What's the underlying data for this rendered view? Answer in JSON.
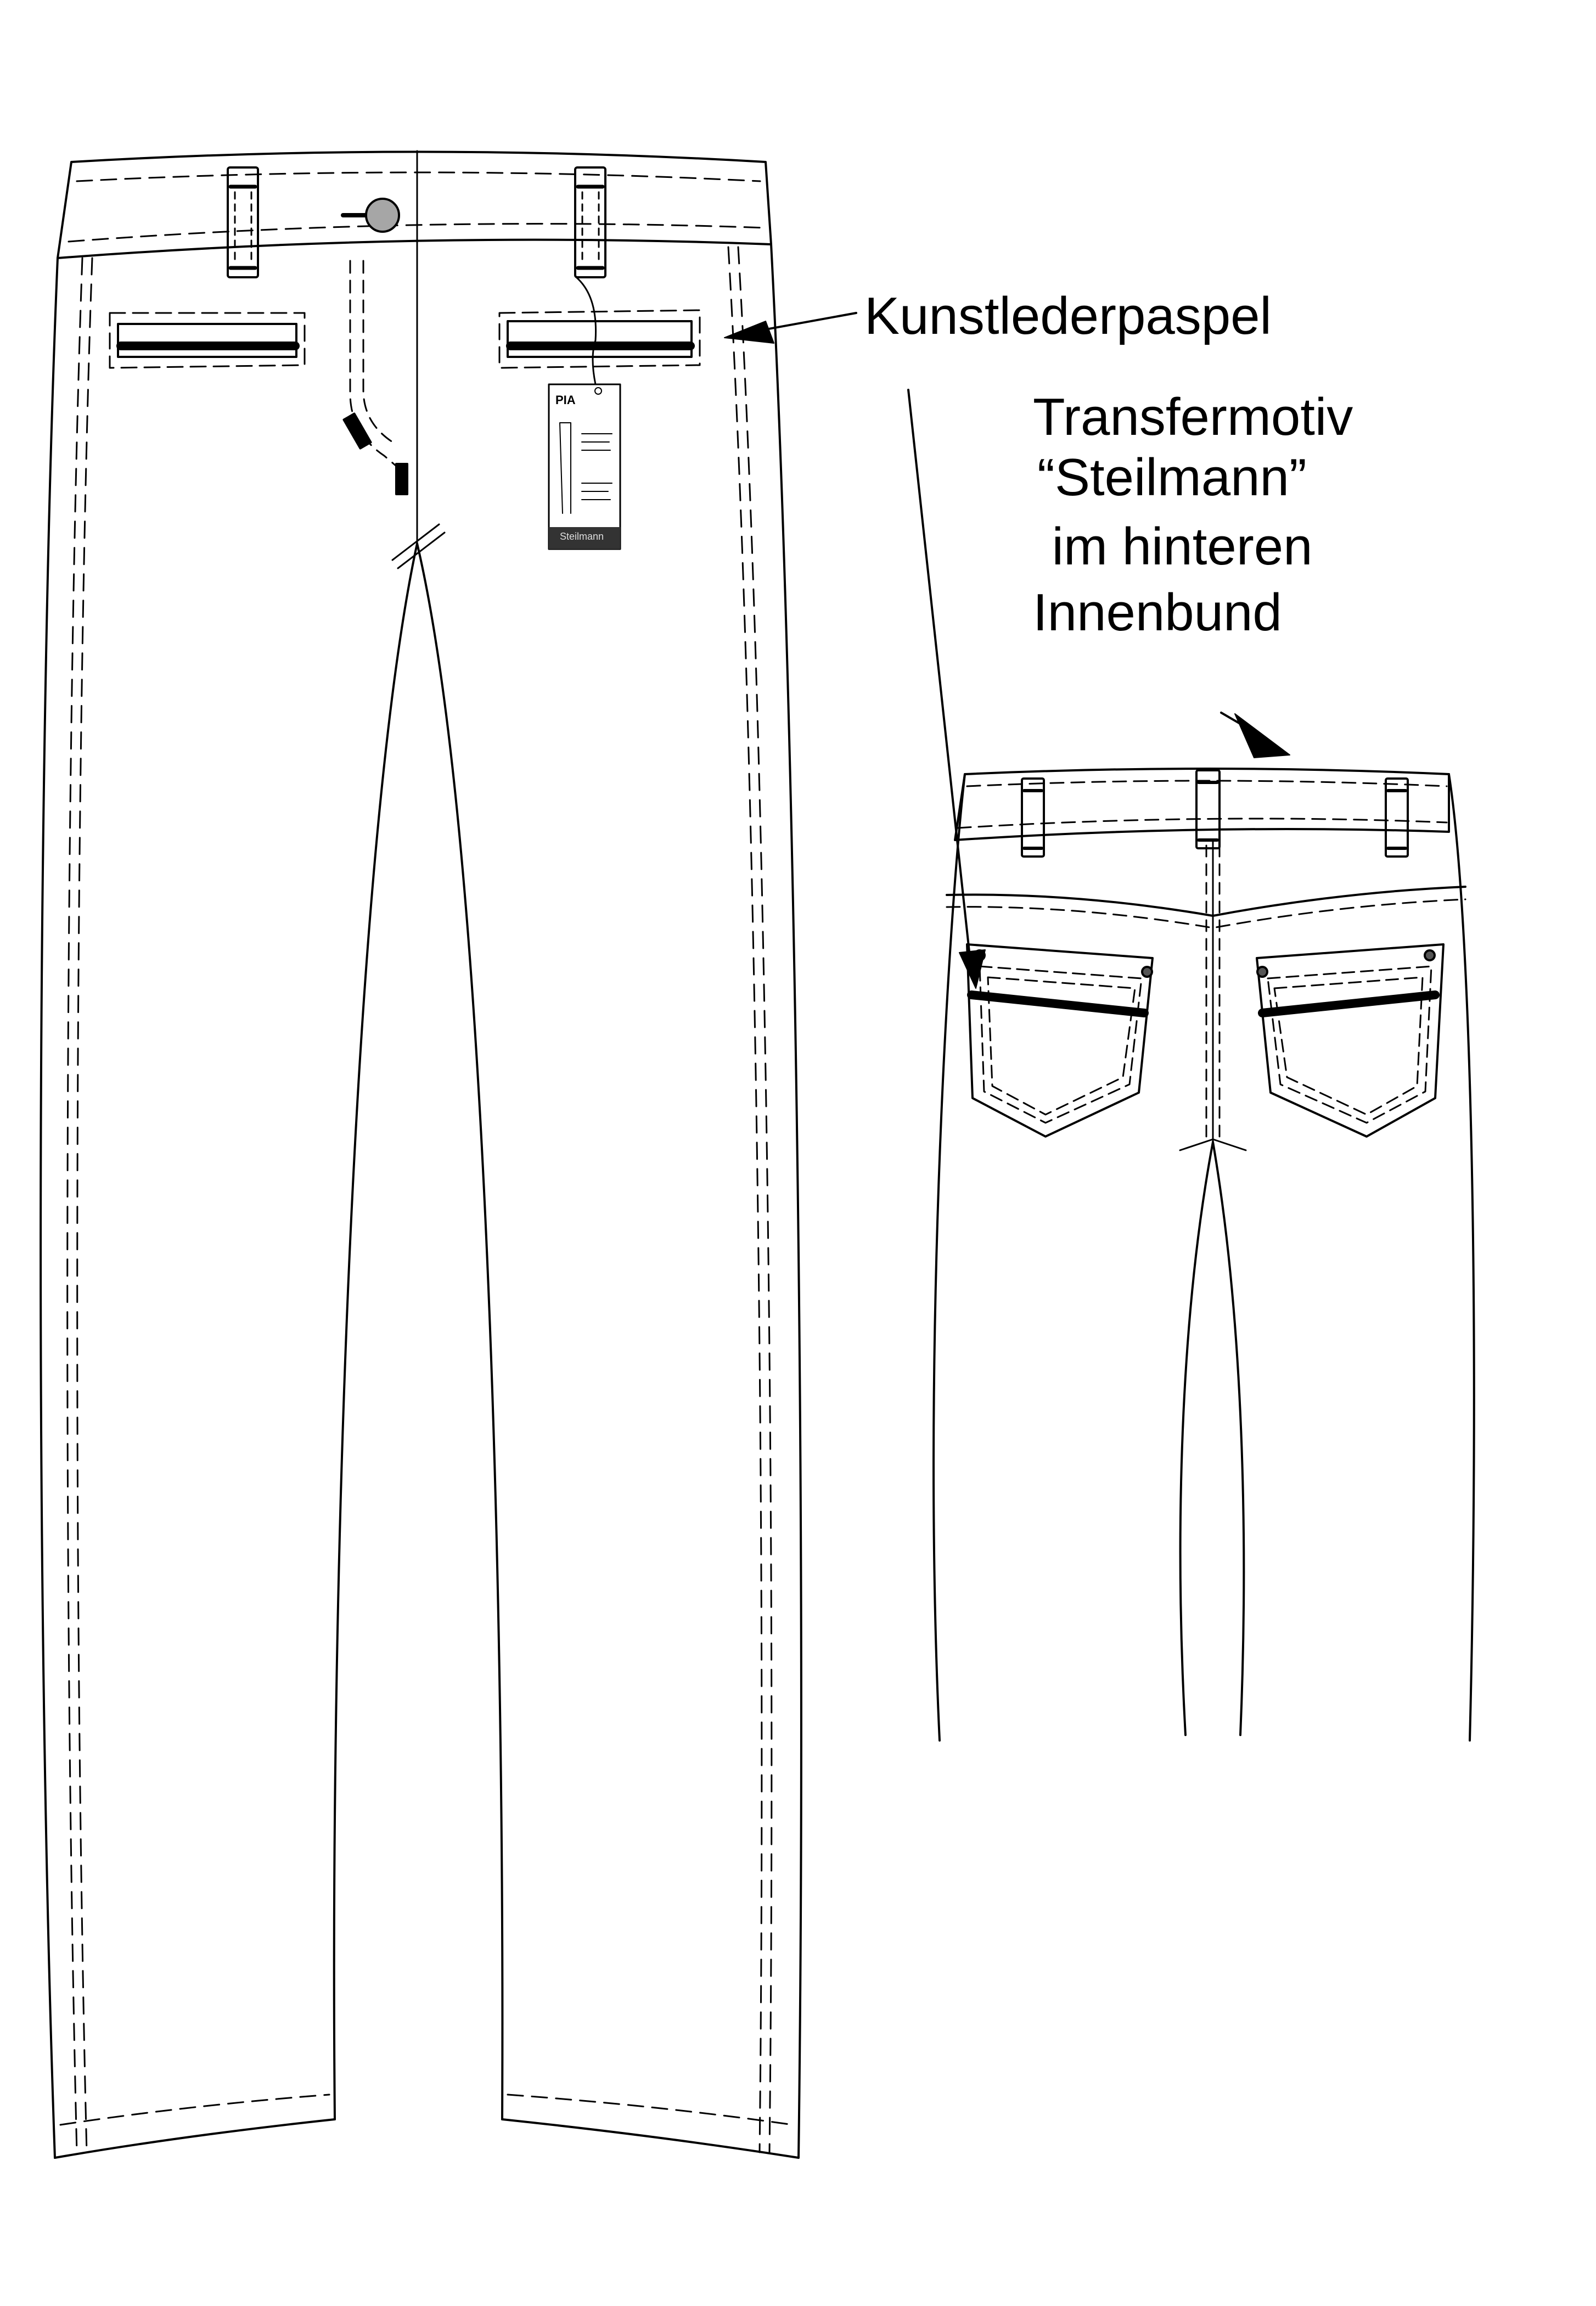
{
  "annotations": {
    "piping_label": "Kunstlederpaspel",
    "transfer_lines": [
      "Transfermotiv",
      "“Steilmann”",
      " im hinteren",
      "Innenbund"
    ]
  },
  "hangtag": {
    "name": "PIA",
    "brand": "Steilmann"
  },
  "colors": {
    "line": "#000000",
    "button": "#a6a6a6",
    "tag_band": "#333333"
  }
}
